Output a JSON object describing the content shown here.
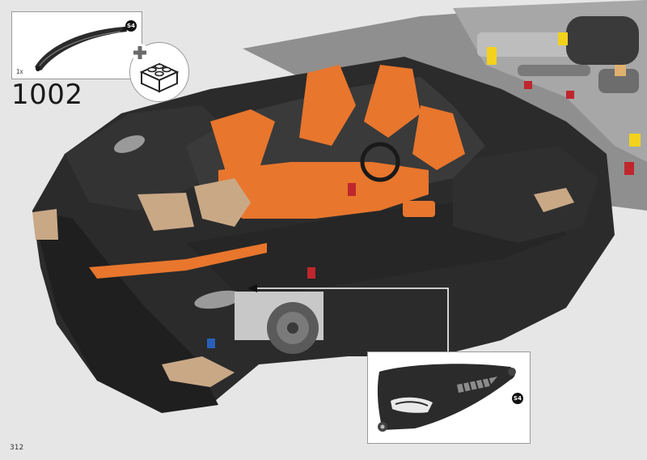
{
  "step": {
    "number": "1002"
  },
  "parts_callout": {
    "quantity": "1x",
    "part_badge": "S4",
    "part_icon": "curved-black-panel-icon"
  },
  "add_subassembly": {
    "icon": "brick-icon"
  },
  "detail_callout": {
    "part_badge": "S4",
    "part_icon": "black-side-panel-icon"
  },
  "page": {
    "number": "312"
  },
  "colors": {
    "background": "#e6e6e6",
    "body_black": "#2b2b2b",
    "seat_orange": "#e8762d",
    "tan": "#c9a886",
    "frame_grey": "#9b9b9b",
    "accent_red": "#c0262d",
    "accent_yellow": "#f2d21c",
    "accent_blue": "#2a5fb8"
  }
}
